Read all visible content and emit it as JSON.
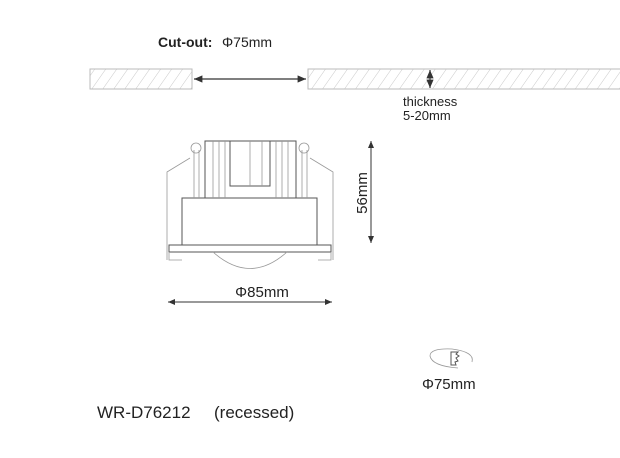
{
  "cutout": {
    "label": "Cut-out:",
    "value": "Φ75mm"
  },
  "thickness": {
    "label": "thickness",
    "value": "5-20mm"
  },
  "dimensions": {
    "height": "56mm",
    "diameter": "Φ85mm"
  },
  "saw_icon": {
    "icon": "hole-saw-icon",
    "value": "Φ75mm"
  },
  "model": {
    "code": "WR-D76212",
    "type": "(recessed)"
  }
}
